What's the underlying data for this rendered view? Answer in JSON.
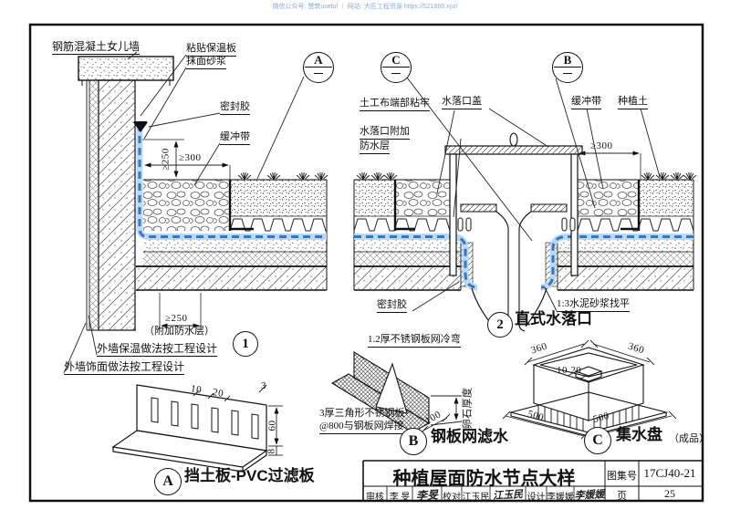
{
  "watermark": "微信公众号: 慧筑useful ｜ 网站: 大匠工程资源 https://521666.xyz/",
  "view1": {
    "num": "1",
    "bubble": "A",
    "parapet": "钢筋混凝土女儿墙",
    "insulation_board": "粘贴保温板",
    "mortar": "抹面砂浆",
    "sealant": "密封胶",
    "buffer": "缓冲带",
    "dim_v250": "≥250",
    "dim_h300": "≥300",
    "dim_b250": "≥250",
    "added_wp": "（附加防水层）",
    "note_insulation": "外墙保温做法按工程设计",
    "note_finish": "外墙饰面做法按工程设计"
  },
  "view2": {
    "num": "2",
    "title": "直式水落口",
    "bubble_c": "C",
    "bubble_b": "B",
    "geotextile": "土工布端部粘牢",
    "drain_cover": "水落口盖",
    "drain_wp_line1": "水落口附加",
    "drain_wp_line2": "防水层",
    "buffer": "缓冲带",
    "soil": "种植土",
    "dim_h300": "≥300",
    "sealant": "密封胶",
    "mortar_leveling": "1:3水泥砂浆找平"
  },
  "detail_a": {
    "letter": "A",
    "title": "挡土板-PVC过滤板",
    "dim_3": "3",
    "dim_10": "10",
    "dim_20": "20",
    "dim_60": "60",
    "dim_8": "8"
  },
  "detail_b": {
    "letter": "B",
    "title": "钢板网滤水",
    "mesh_note": "1.2厚不锈钢板网冷弯",
    "plate_note1": "3厚三角形不锈钢板",
    "plate_note2": "@800与钢板网焊接",
    "dim_label": "卵石厚度",
    "dim_100": "100"
  },
  "detail_c": {
    "letter": "C",
    "title": "集水盘",
    "suffix": "（成品）",
    "dim_360a": "360",
    "dim_360b": "360",
    "dim_500a": "500",
    "dim_500b": "500",
    "dim_10_20": "10 20"
  },
  "titleblock": {
    "title": "种植屋面防水节点大样",
    "atlas_label": "图集号",
    "atlas_no": "17CJ40-21",
    "page_label": "页",
    "page_no": "25",
    "review_label": "审核",
    "review_name": "李 旻",
    "review_sig": "李旻",
    "proof_label": "校对",
    "proof_name": "江玉民",
    "proof_sig": "江玉民",
    "design_label": "设计",
    "design_name": "李媛媛",
    "design_sig": "李媛媛"
  },
  "colors": {
    "membrane_blue": "#2e7ac6",
    "membrane_light": "#bdd9f2",
    "line": "#111111",
    "watermark": "#8fa8d8"
  }
}
